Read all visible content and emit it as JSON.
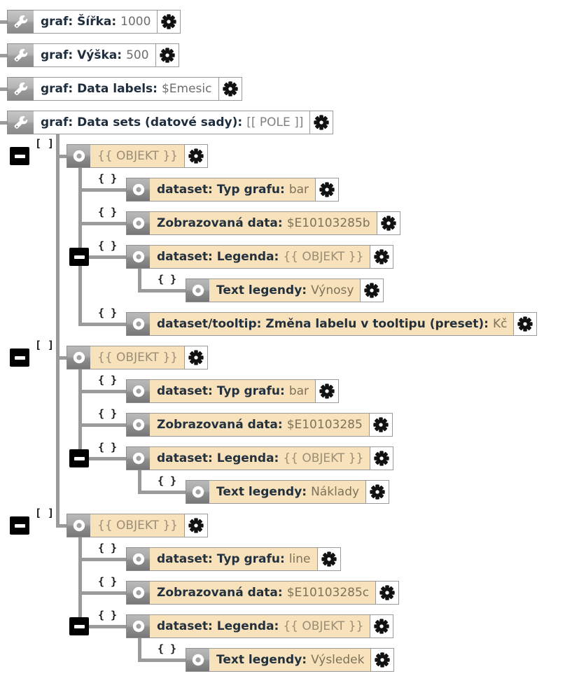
{
  "app": {
    "title": "graf – strom vlastností (datové sady)",
    "background": "#ffffff",
    "accent_node_color": "#f7e2bb",
    "line_color": "#9a9a9a",
    "toggle_color": "#000000"
  },
  "icons": {
    "wrench": "wrench-icon",
    "node_dot": "node-dot-icon",
    "gear": "gear-icon",
    "collapse": "collapse-minus-icon"
  },
  "brackets": {
    "array": "[ ]",
    "object": "{ }"
  },
  "rows": [
    {
      "id": "graf-sirka",
      "icon": "wrench",
      "key": "graf: Šířka:",
      "value": "1000",
      "value_kind": "literal",
      "gear_label": "gear"
    },
    {
      "id": "graf-vyska",
      "icon": "wrench",
      "key": "graf: Výška:",
      "value": "500",
      "value_kind": "literal",
      "gear_label": "gear"
    },
    {
      "id": "graf-data-labels",
      "icon": "wrench",
      "key": "graf: Data labels:",
      "value": "$Emesic",
      "value_kind": "literal",
      "gear_label": "gear"
    },
    {
      "id": "graf-data-sets",
      "icon": "wrench",
      "key": "graf: Data sets (datové sady):",
      "value": "[[ POLE ]]",
      "value_kind": "placeholder",
      "gear_label": "gear"
    },
    {
      "id": "ds1-objekt",
      "icon": "node_dot",
      "bracket": "array",
      "key": "",
      "value": "{{ OBJEKT }}",
      "value_kind": "placeholder",
      "gear_label": "gear"
    },
    {
      "id": "ds1-typ-grafu",
      "icon": "node_dot",
      "bracket": "object",
      "key": "dataset: Typ grafu:",
      "value": "bar",
      "value_kind": "literal",
      "gear_label": "gear"
    },
    {
      "id": "ds1-zobrazovana-data",
      "icon": "node_dot",
      "bracket": "object",
      "key": "Zobrazovaná data:",
      "value": "$E10103285b",
      "value_kind": "literal",
      "gear_label": "gear"
    },
    {
      "id": "ds1-legenda",
      "icon": "node_dot",
      "bracket": "object",
      "key": "dataset: Legenda:",
      "value": "{{ OBJEKT }}",
      "value_kind": "placeholder",
      "gear_label": "gear"
    },
    {
      "id": "ds1-text-legendy",
      "icon": "node_dot",
      "bracket": "object",
      "key": "Text legendy:",
      "value": "Výnosy",
      "value_kind": "literal",
      "gear_label": "gear"
    },
    {
      "id": "ds1-tooltip",
      "icon": "node_dot",
      "bracket": "object",
      "key": "dataset/tooltip: Změna labelu v tooltipu (preset):",
      "value": "Kč",
      "value_kind": "literal",
      "gear_label": "gear"
    },
    {
      "id": "ds2-objekt",
      "icon": "node_dot",
      "bracket": "array",
      "key": "",
      "value": "{{ OBJEKT }}",
      "value_kind": "placeholder",
      "gear_label": "gear"
    },
    {
      "id": "ds2-typ-grafu",
      "icon": "node_dot",
      "bracket": "object",
      "key": "dataset: Typ grafu:",
      "value": "bar",
      "value_kind": "literal",
      "gear_label": "gear"
    },
    {
      "id": "ds2-zobrazovana-data",
      "icon": "node_dot",
      "bracket": "object",
      "key": "Zobrazovaná data:",
      "value": "$E10103285",
      "value_kind": "literal",
      "gear_label": "gear"
    },
    {
      "id": "ds2-legenda",
      "icon": "node_dot",
      "bracket": "object",
      "key": "dataset: Legenda:",
      "value": "{{ OBJEKT }}",
      "value_kind": "placeholder",
      "gear_label": "gear"
    },
    {
      "id": "ds2-text-legendy",
      "icon": "node_dot",
      "bracket": "object",
      "key": "Text legendy:",
      "value": "Náklady",
      "value_kind": "literal",
      "gear_label": "gear"
    },
    {
      "id": "ds3-objekt",
      "icon": "node_dot",
      "bracket": "array",
      "key": "",
      "value": "{{ OBJEKT }}",
      "value_kind": "placeholder",
      "gear_label": "gear"
    },
    {
      "id": "ds3-typ-grafu",
      "icon": "node_dot",
      "bracket": "object",
      "key": "dataset: Typ grafu:",
      "value": "line",
      "value_kind": "literal",
      "gear_label": "gear"
    },
    {
      "id": "ds3-zobrazovana-data",
      "icon": "node_dot",
      "bracket": "object",
      "key": "Zobrazovaná data:",
      "value": "$E10103285c",
      "value_kind": "literal",
      "gear_label": "gear"
    },
    {
      "id": "ds3-legenda",
      "icon": "node_dot",
      "bracket": "object",
      "key": "dataset: Legenda:",
      "value": "{{ OBJEKT }}",
      "value_kind": "placeholder",
      "gear_label": "gear"
    },
    {
      "id": "ds3-text-legendy",
      "icon": "node_dot",
      "bracket": "object",
      "key": "Text legendy:",
      "value": "Výsledek",
      "value_kind": "literal",
      "gear_label": "gear"
    }
  ]
}
